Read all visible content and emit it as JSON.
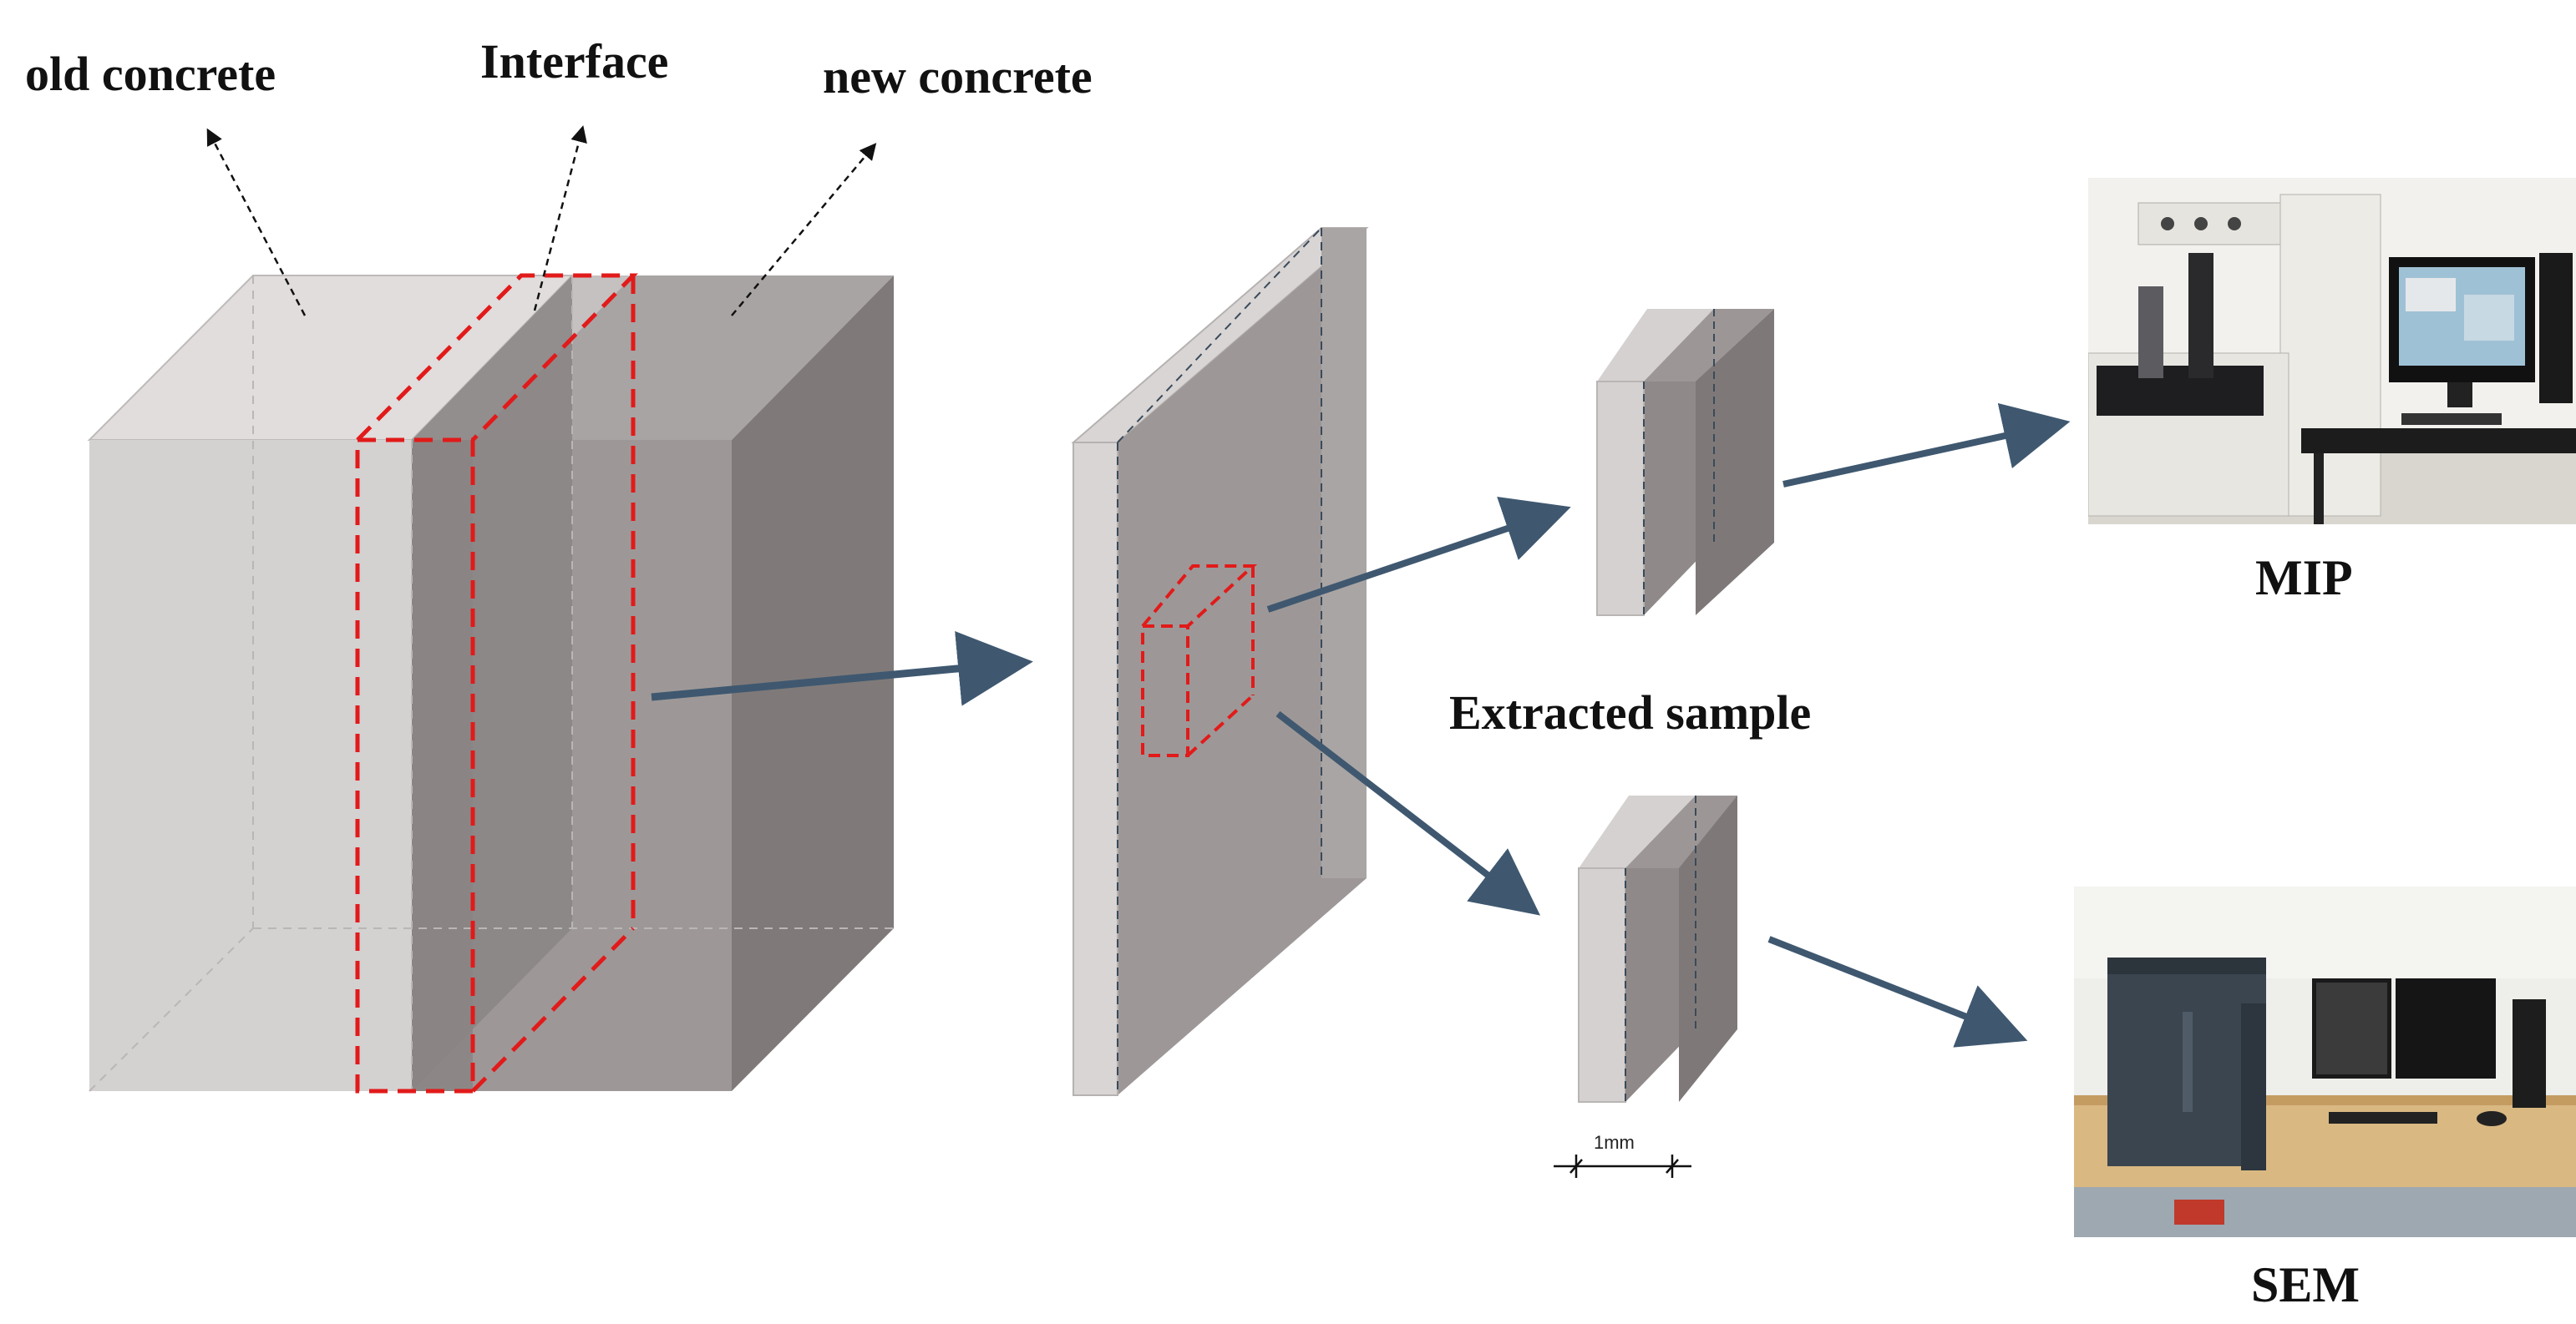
{
  "labels": {
    "old_concrete": "old concrete",
    "interface": "Interface",
    "new_concrete": "new concrete",
    "extracted_sample": "Extracted sample",
    "mip": "MIP",
    "sem": "SEM",
    "scale": "1mm"
  },
  "colors": {
    "old_concrete": "#d4d1d1",
    "new_concrete": "#9a9594",
    "interface": "#8a8584",
    "dashed_highlight": "#e21a1a",
    "arrow": "#3f5870"
  },
  "icons": {
    "mip_photo": "mercury-intrusion-porosimeter-photo",
    "sem_photo": "scanning-electron-microscope-photo"
  }
}
